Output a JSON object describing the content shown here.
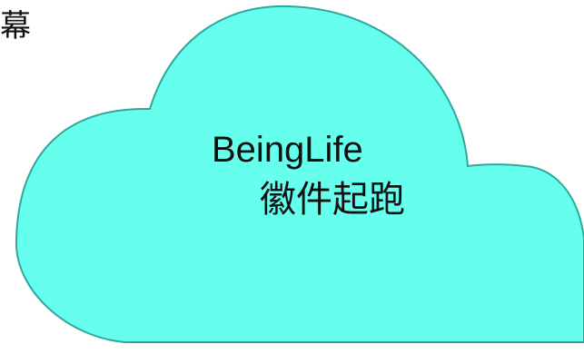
{
  "corner_label": "幕",
  "cloud": {
    "title": "BeingLife",
    "subtitle": "徽件起跑",
    "fill_color": "#66FFEE",
    "stroke_color": "#2FA89C"
  }
}
